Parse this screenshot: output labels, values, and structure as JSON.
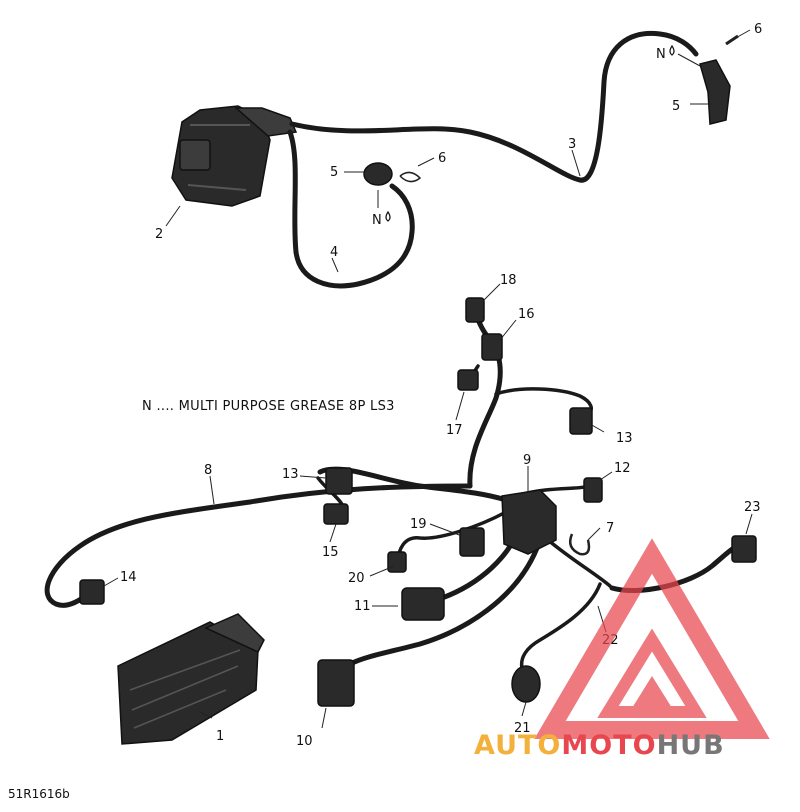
{
  "diagram": {
    "note": "N .... MULTI PURPOSE GREASE 8P LS3",
    "reference_code": "51R1616b",
    "callouts": {
      "c1": "1",
      "c2": "2",
      "c3": "3",
      "c4": "4",
      "c5a": "5",
      "c5b": "5",
      "c6a": "6",
      "c6b": "6",
      "c7": "7",
      "c8": "8",
      "c9": "9",
      "c10": "10",
      "c11": "11",
      "c12": "12",
      "c13a": "13",
      "c13b": "13",
      "c14": "14",
      "c15": "15",
      "c16": "16",
      "c17": "17",
      "c18": "18",
      "c19": "19",
      "c20": "20",
      "c21": "21",
      "c22": "22",
      "c23": "23",
      "na": "N",
      "nb": "N"
    }
  },
  "watermark": {
    "auto": "AUTO",
    "moto": "MOTO",
    "hub": "HUB",
    "colors": {
      "red": "#e8474f",
      "orange": "#f3b13b",
      "gray": "#777777"
    }
  }
}
